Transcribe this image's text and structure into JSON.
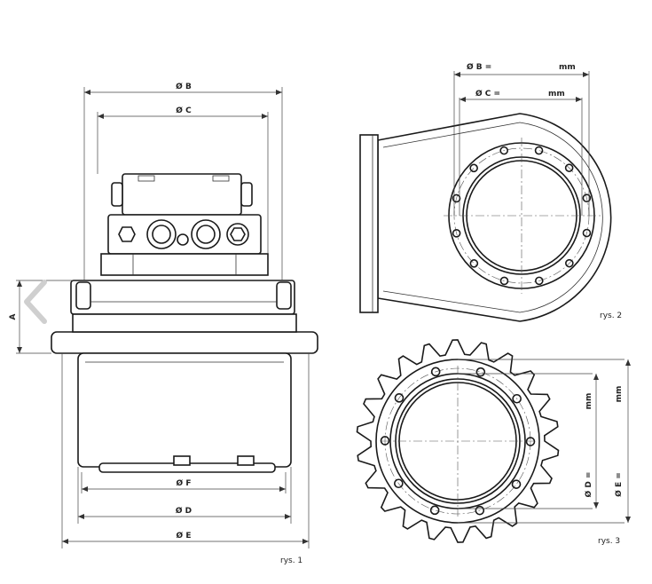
{
  "figure1": {
    "caption": "rys. 1",
    "dim_b": "Ø B",
    "dim_c": "Ø C",
    "dim_f": "Ø F",
    "dim_d": "Ø D",
    "dim_e": "Ø E",
    "dim_a": "A"
  },
  "figure2": {
    "caption": "rys. 2",
    "dim_b": "Ø B =",
    "dim_b_unit": "mm",
    "dim_c": "Ø C =",
    "dim_c_unit": "mm"
  },
  "figure3": {
    "caption": "rys. 3",
    "dim_d": "Ø D =",
    "dim_d_unit": "mm",
    "dim_e": "Ø E =",
    "dim_e_unit": "mm"
  },
  "icons": {
    "nav_prev": "chevron-left-icon"
  }
}
